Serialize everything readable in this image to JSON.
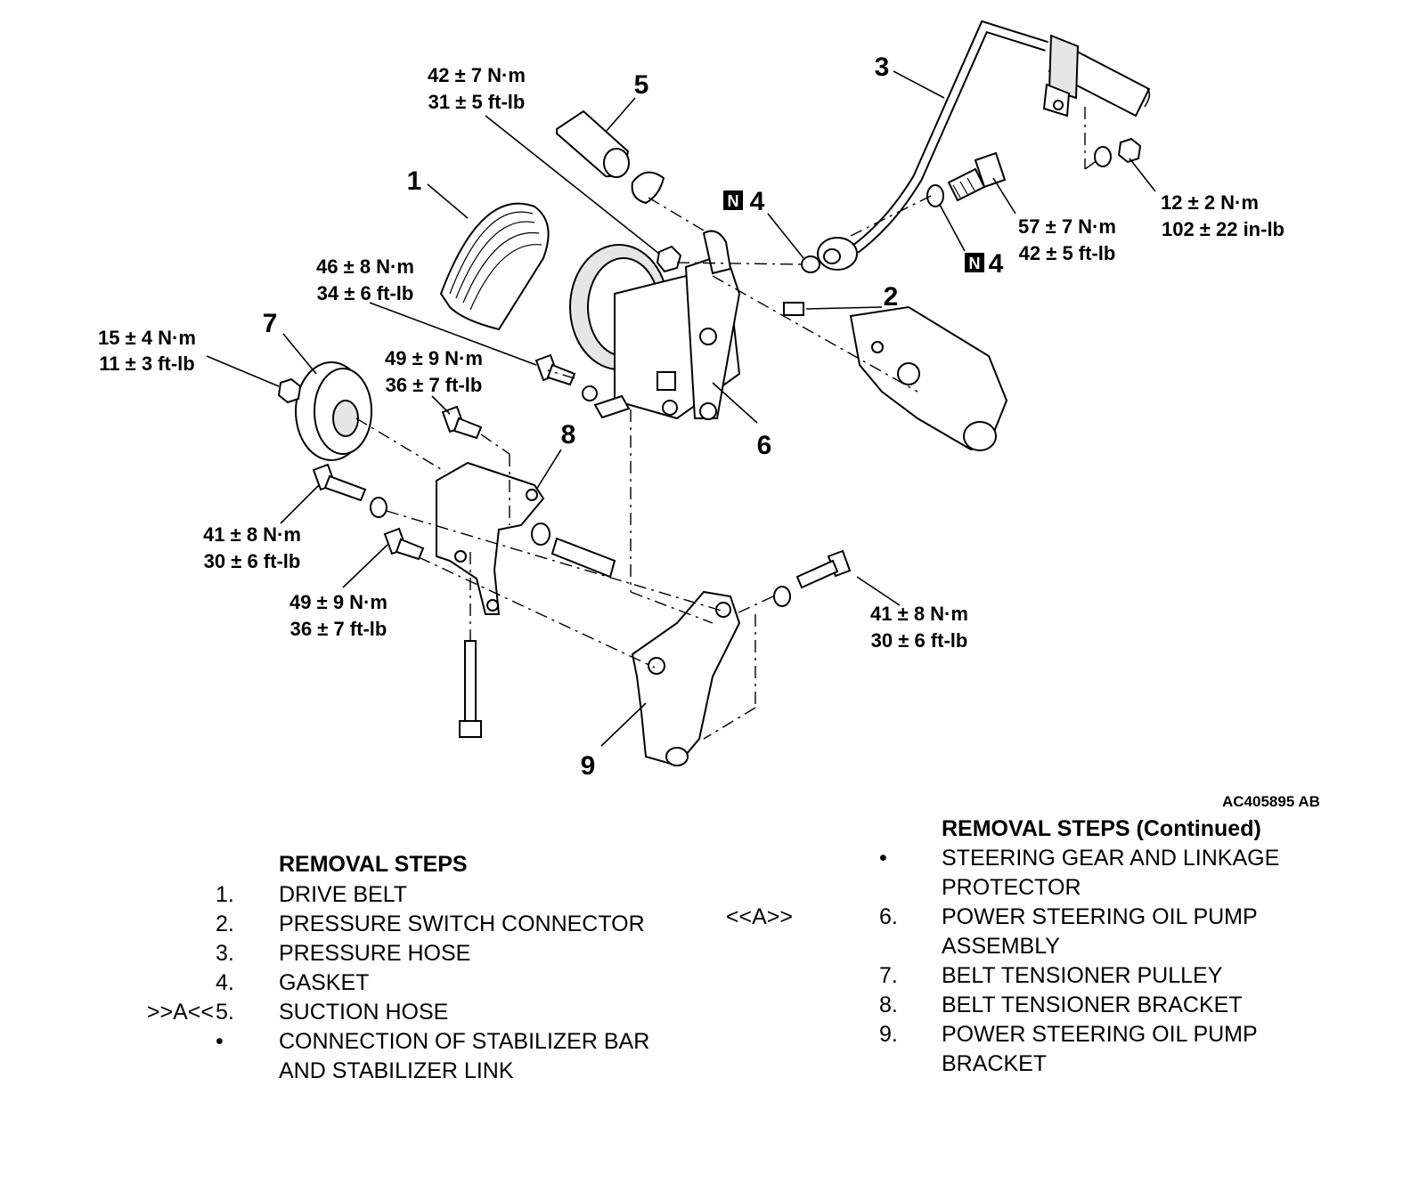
{
  "diagram": {
    "callouts": [
      "1",
      "2",
      "3",
      "4",
      "4",
      "5",
      "6",
      "7",
      "8",
      "9"
    ],
    "n_badge": "N",
    "torques": {
      "t5": [
        "42 ± 7 N·m",
        "31 ± 5 ft-lb"
      ],
      "t1": [
        "46 ± 8 N·m",
        "34 ± 6 ft-lb"
      ],
      "t7": [
        "15 ± 4 N·m",
        "11 ± 3 ft-lb"
      ],
      "t8a": [
        "49 ± 9 N·m",
        "36 ± 7 ft-lb"
      ],
      "t3": [
        "57 ± 7 N·m",
        "42 ± 5 ft-lb"
      ],
      "t12": [
        "12 ± 2 N·m",
        "102 ± 22 in-lb"
      ],
      "t8b": [
        "41 ± 8 N·m",
        "30 ± 6 ft-lb"
      ],
      "t8c": [
        "49 ± 9 N·m",
        "36 ± 7 ft-lb"
      ],
      "t9": [
        "41 ± 8 N·m",
        "30 ± 6 ft-lb"
      ]
    },
    "figure_code": "AC405895 AB"
  },
  "removal_steps": {
    "title": "REMOVAL STEPS",
    "items": [
      {
        "mark": "",
        "num": "1.",
        "text": [
          "DRIVE BELT"
        ]
      },
      {
        "mark": "",
        "num": "2.",
        "text": [
          "PRESSURE SWITCH CONNECTOR"
        ]
      },
      {
        "mark": "",
        "num": "3.",
        "text": [
          "PRESSURE HOSE"
        ]
      },
      {
        "mark": "",
        "num": "4.",
        "text": [
          "GASKET"
        ]
      },
      {
        "mark": ">>A<<",
        "num": "5.",
        "text": [
          "SUCTION HOSE"
        ]
      },
      {
        "mark": "",
        "num": "•",
        "text": [
          "CONNECTION OF STABILIZER BAR",
          "AND STABILIZER LINK"
        ]
      }
    ]
  },
  "removal_steps_continued": {
    "title": "REMOVAL STEPS (Continued)",
    "items": [
      {
        "mark": "",
        "num": "•",
        "text": [
          "STEERING GEAR AND LINKAGE",
          "PROTECTOR"
        ]
      },
      {
        "mark": "<<A>>",
        "num": "6.",
        "text": [
          "POWER STEERING OIL PUMP",
          "ASSEMBLY"
        ]
      },
      {
        "mark": "",
        "num": "7.",
        "text": [
          "BELT TENSIONER  PULLEY"
        ]
      },
      {
        "mark": "",
        "num": "8.",
        "text": [
          "BELT TENSIONER BRACKET"
        ]
      },
      {
        "mark": "",
        "num": "9.",
        "text": [
          "POWER STEERING OIL PUMP",
          "BRACKET"
        ]
      }
    ]
  }
}
